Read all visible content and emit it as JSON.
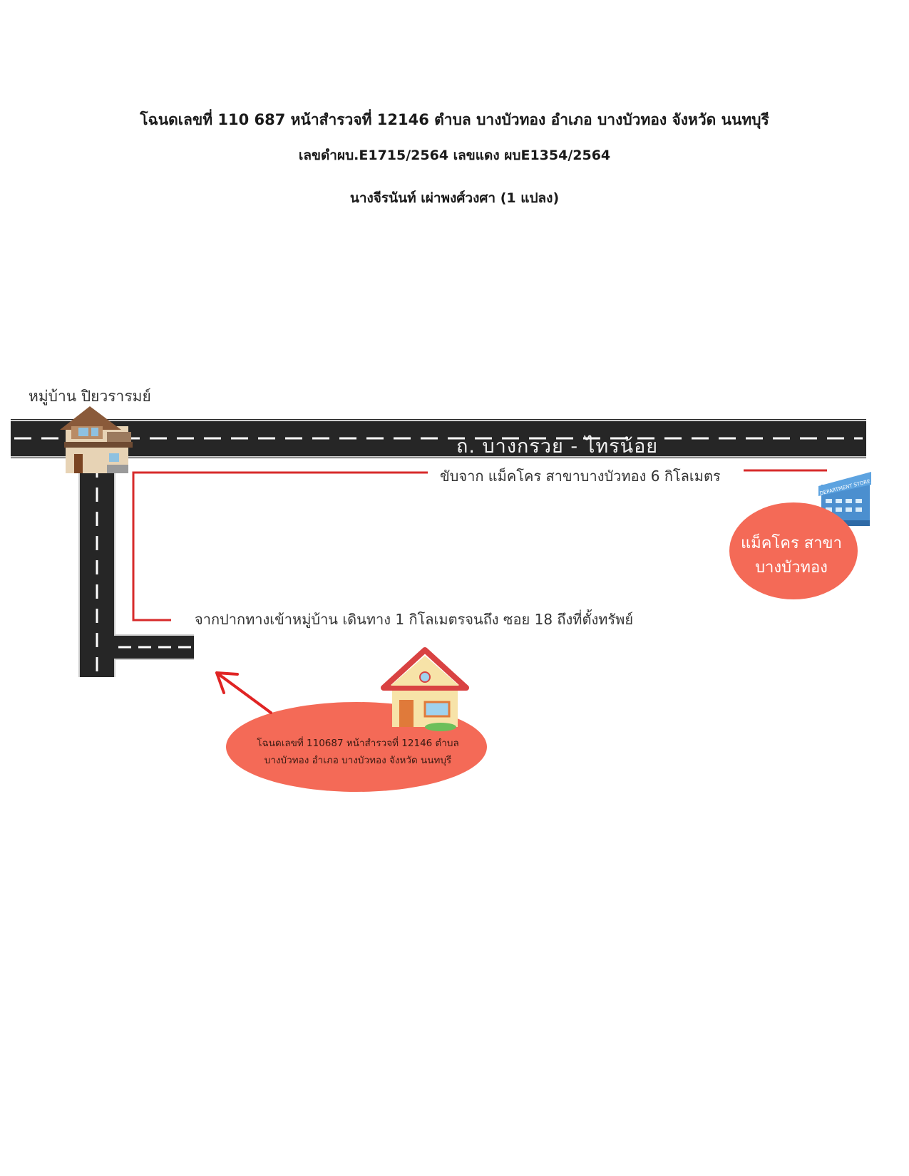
{
  "header": {
    "line1": "โฉนดเลขที่ 110 687 หน้าสำรวจที่ 12146 ตำบล บางบัวทอง อำเภอ บางบัวทอง จังหวัด นนทบุรี",
    "line2": "เลขดำผบ.E1715/2564 เลขแดง ผบE1354/2564",
    "line3": "นางจีรนันท์ เผ่าพงศ์วงศา (1 แปลง)"
  },
  "map": {
    "village_label": "หมู่บ้าน  ปิยวรารมย์",
    "main_road_name": "ถ. บางกรวย - ไทรน้อย",
    "drive_note": "ขับจาก แม็คโคร สาขาบางบัวทอง 6 กิโลเมตร",
    "walk_note": "จากปากทางเข้าหมู่บ้าน เดินทาง 1 กิโลเมตรจนถึง ซอย 18 ถึงที่ตั้งทรัพย์",
    "store_label": "แม็คโคร สาขา บางบัวทอง",
    "store_sign": "DEPARTMENT STORE",
    "deed_label": "โฉนดเลขที่ 110687 หน้าสำรวจที่ 12146 ตำบล บางบัวทอง อำเภอ บางบัวทอง จังหวัด นนทบุรี"
  },
  "colors": {
    "road": "#262626",
    "route_line": "#d72b2b",
    "bubble": "#f46a57",
    "arrow": "#e02424"
  },
  "icons": [
    "village-house-icon",
    "department-store-icon",
    "target-house-icon",
    "arrow-icon"
  ]
}
